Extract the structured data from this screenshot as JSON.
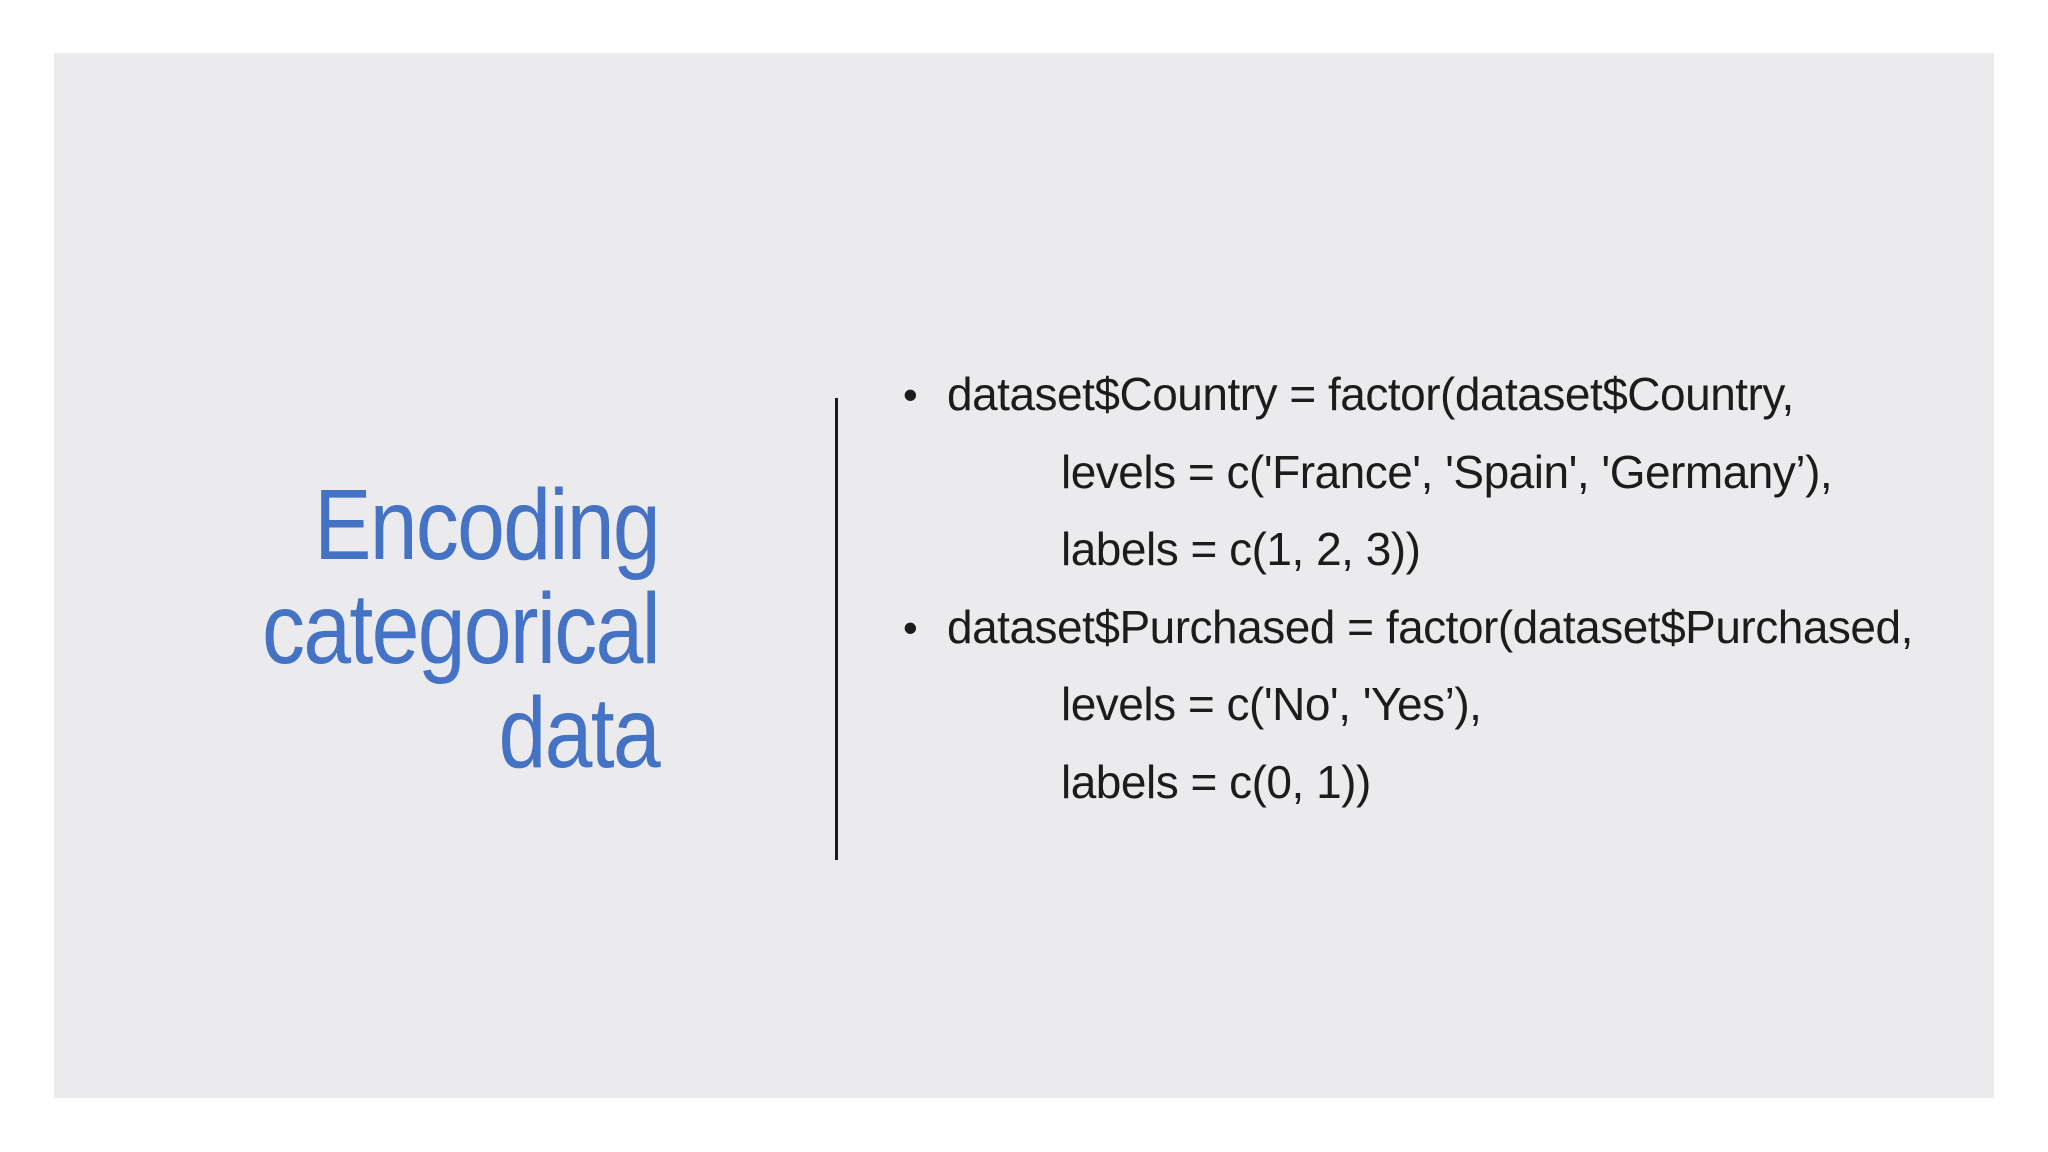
{
  "slide": {
    "background": {
      "page": "#ffffff",
      "canvas": "#ebeaed"
    },
    "title": {
      "full_text": "Encoding categorical data",
      "lines": [
        "Encoding",
        "categorical",
        "data"
      ],
      "color": "#4472c4"
    },
    "divider": {
      "color": "#1a1a1a"
    },
    "text_color": "#1c1c1c",
    "bullet_glyph": "•",
    "bullets": [
      {
        "first_line": "dataset$Country = factor(dataset$Country,",
        "continuation": [
          "levels = c('France', 'Spain', 'Germany’),",
          "labels = c(1, 2, 3))"
        ]
      },
      {
        "first_line": "dataset$Purchased = factor(dataset$Purchased,",
        "continuation": [
          "levels = c('No', 'Yes’),",
          "labels = c(0, 1))"
        ]
      }
    ]
  }
}
